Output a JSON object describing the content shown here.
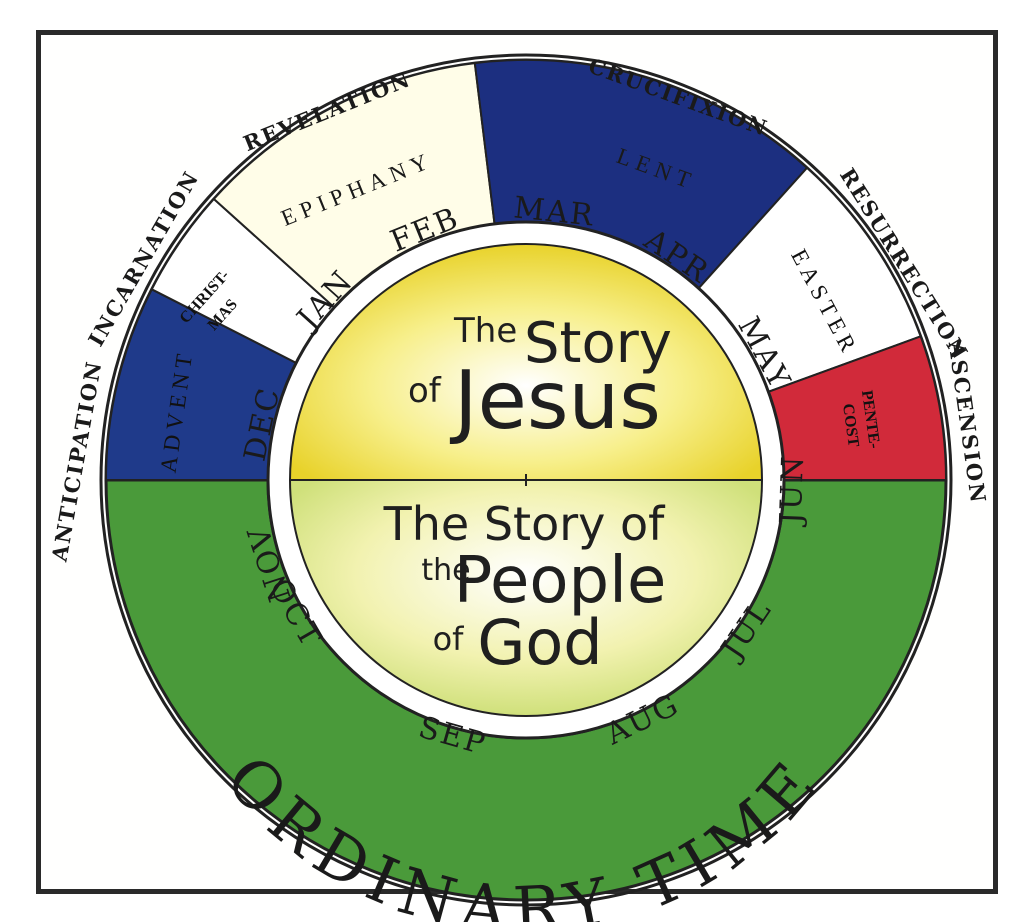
{
  "outer_labels": {
    "anticipation": "ANTICIPATION",
    "incarnation": "INCARNATION",
    "revelation": "REVELATION",
    "crucifixion": "CRUCIFIXION",
    "resurrection": "RESURRECTION",
    "ascension": "ASCENSION"
  },
  "seasons": {
    "advent": "ADVENT",
    "christmas_1": "CHRIST-",
    "christmas_2": "MAS",
    "epiphany": "EPIPHANY",
    "lent": "LENT",
    "easter": "EASTER",
    "pentecost_1": "PENTE-",
    "pentecost_2": "COST",
    "ordinary_time": "ORDINARY TIME"
  },
  "months": {
    "jan": "JAN",
    "feb": "FEB",
    "mar": "MAR",
    "apr": "APR",
    "may": "MAY",
    "jun": "JUN",
    "jul": "JUL",
    "aug": "AUG",
    "sep": "SEP",
    "oct": "OCT",
    "nov": "NOV",
    "dec": "DEC"
  },
  "center": {
    "top_the": "The",
    "top_story": "Story",
    "top_of": "of",
    "top_jesus": "Jesus",
    "bottom_line1": "The Story of",
    "bottom_the": "the",
    "bottom_people": "People",
    "bottom_of": "of",
    "bottom_god": "God"
  },
  "colors": {
    "advent": "#1f3a8a",
    "lent": "#1c2f80",
    "pentecost": "#d12a3a",
    "ordinary": "#4a9a3a",
    "center_yellow": "#f4e04a",
    "center_light": "#f6f3a6",
    "white_band": "#ffffff"
  }
}
